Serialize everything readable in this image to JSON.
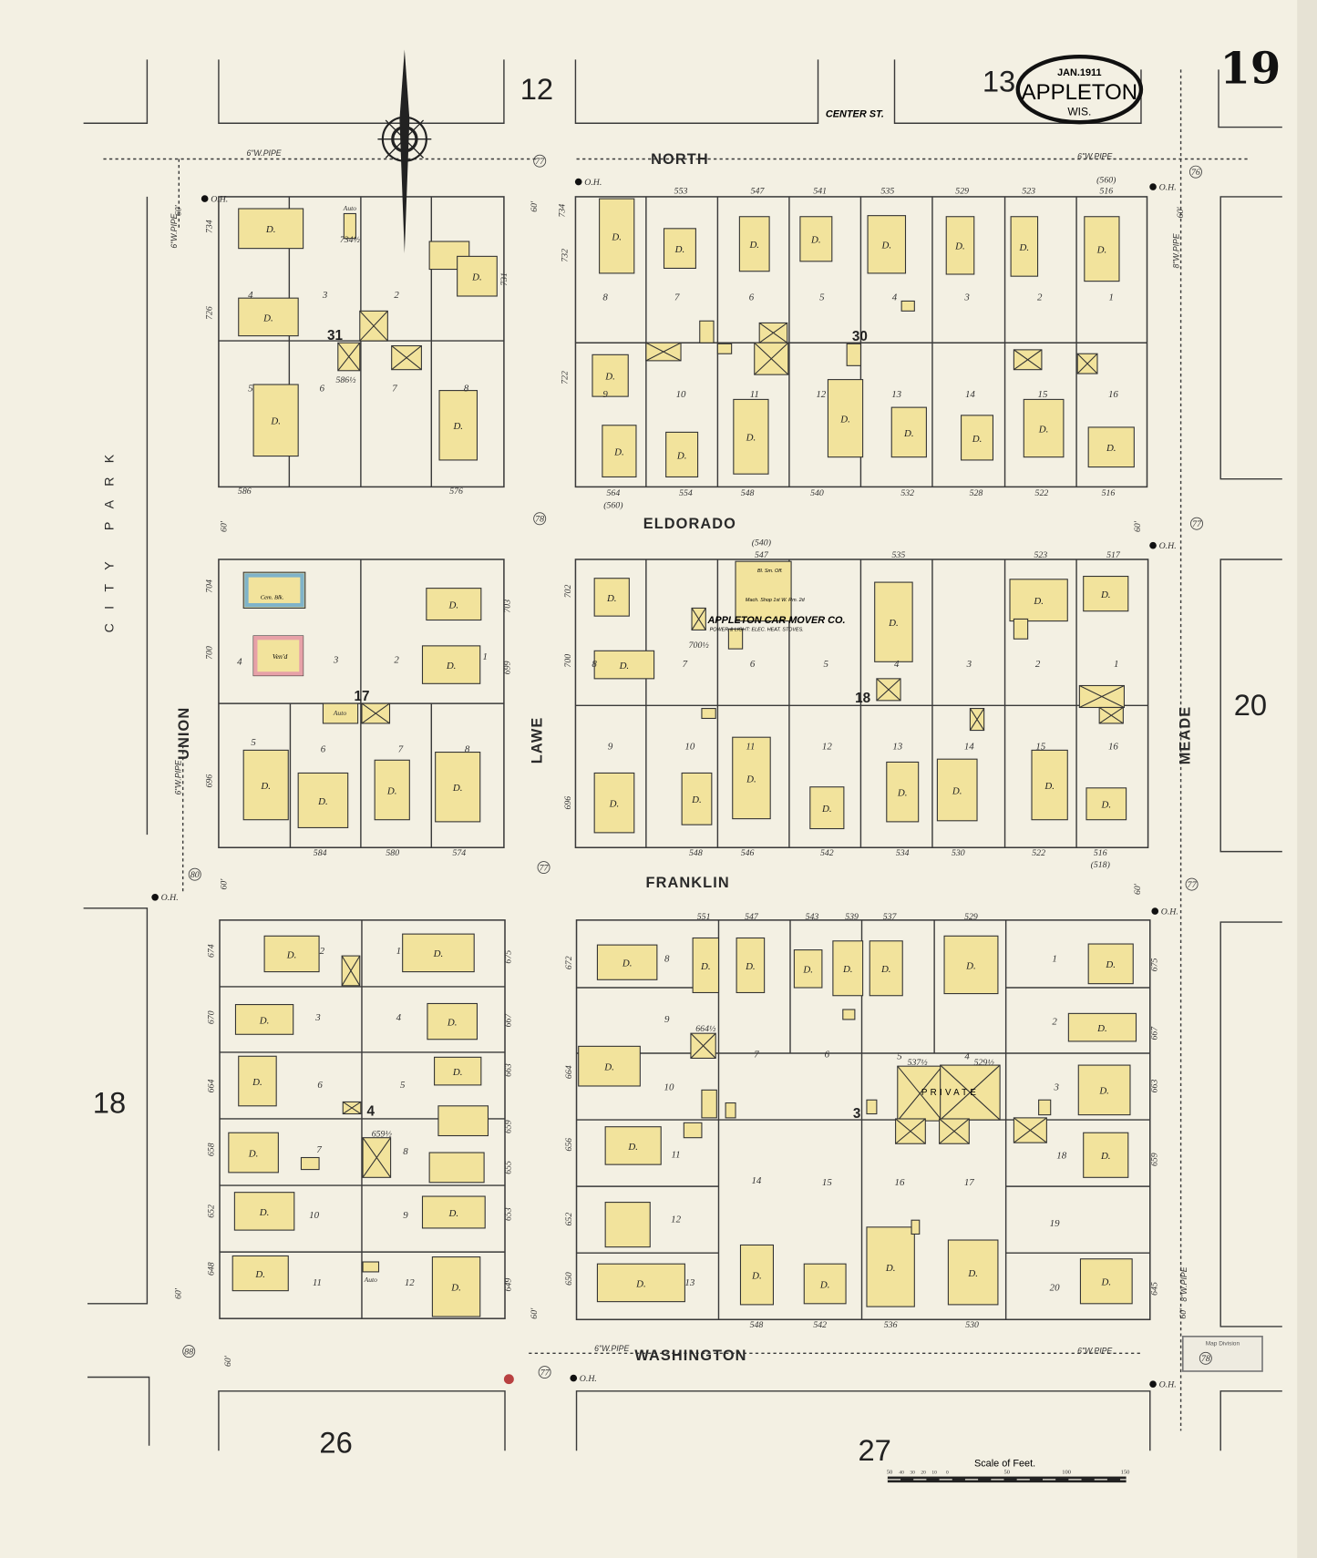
{
  "title": {
    "date": "JAN.1911",
    "city": "APPLETON",
    "state": "WIS.",
    "sheet_number": "19"
  },
  "adjacent_sheets": {
    "north": "12",
    "northeast": "13",
    "east": "20",
    "west": "18",
    "south_west": "26",
    "south": "27"
  },
  "streets": {
    "north": "NORTH",
    "eldorado": "ELDORADO",
    "franklin": "FRANKLIN",
    "washington": "WASHINGTON",
    "union": "UNION",
    "lawe": "LAWE",
    "meade": "MEADE",
    "city_park": "CITY PARK",
    "center": "CENTER ST."
  },
  "pipes": {
    "six_inch": "6\"W.PIPE",
    "eight_inch": "8\"W.PIPE"
  },
  "hydrant_label": "O.H.",
  "street_width": "60'",
  "circled_numbers": [
    "77",
    "76",
    "78",
    "77",
    "77",
    "80",
    "77",
    "88",
    "77",
    "78"
  ],
  "dwelling_label": "D.",
  "garage_label": "Auto",
  "company": {
    "name": "APPLETON CAR MOVER CO.",
    "detail": "POWER & LIGHT: ELEC. HEAT. STOVES.",
    "office": "Bl. Sm. Off.",
    "shop": "Mach. Shop 1st W. Rm. 2d"
  },
  "private_label": "PRIVATE",
  "special_buildings": {
    "cem_blk": "Cem. Blk.",
    "veneered": "Ven'd"
  },
  "blocks": [
    {
      "number": "31",
      "addresses": [
        "734",
        "726",
        "731",
        "734½",
        "586",
        "576",
        "586½"
      ],
      "lots": [
        "4",
        "3",
        "2",
        "5",
        "6",
        "7",
        "8"
      ]
    },
    {
      "number": "30",
      "addresses": [
        "553",
        "547",
        "541",
        "535",
        "529",
        "523",
        "(560)",
        "516",
        "564",
        "(560)",
        "554",
        "548",
        "540",
        "532",
        "528",
        "522",
        "516",
        "734",
        "732",
        "722"
      ],
      "lots": [
        "8",
        "7",
        "6",
        "5",
        "4",
        "3",
        "2",
        "1",
        "9",
        "10",
        "11",
        "12",
        "13",
        "14",
        "15",
        "16"
      ]
    },
    {
      "number": "17",
      "addresses": [
        "704",
        "700",
        "696",
        "703",
        "699",
        "584",
        "580",
        "574"
      ],
      "lots": [
        "4",
        "3",
        "2",
        "1",
        "5",
        "6",
        "7",
        "8"
      ]
    },
    {
      "number": "18",
      "addresses": [
        "(540)",
        "547",
        "535",
        "523",
        "517",
        "548",
        "546",
        "542",
        "534",
        "530",
        "522",
        "516",
        "(518)",
        "702",
        "700",
        "696",
        "700½"
      ],
      "lots": [
        "8",
        "7",
        "6",
        "5",
        "4",
        "3",
        "2",
        "1",
        "9",
        "10",
        "11",
        "12",
        "13",
        "14",
        "15",
        "16"
      ]
    },
    {
      "number": "4",
      "addresses": [
        "674",
        "670",
        "664",
        "658",
        "652",
        "648",
        "675",
        "667",
        "663",
        "659",
        "655",
        "653",
        "649",
        "659½"
      ],
      "lots": [
        "2",
        "1",
        "3",
        "4",
        "6",
        "5",
        "7",
        "8",
        "10",
        "9",
        "11",
        "12"
      ]
    },
    {
      "number": "3",
      "addresses": [
        "551",
        "547",
        "543",
        "539",
        "537",
        "529",
        "548",
        "542",
        "536",
        "530",
        "672",
        "664",
        "656",
        "652",
        "650",
        "675",
        "667",
        "663",
        "659",
        "645",
        "664½",
        "537½",
        "529½"
      ],
      "lots": [
        "8",
        "9",
        "10",
        "11",
        "12",
        "13",
        "7",
        "6",
        "5",
        "4",
        "14",
        "15",
        "16",
        "17",
        "1",
        "2",
        "3",
        "18",
        "19",
        "20"
      ]
    }
  ],
  "scale": {
    "title": "Scale of Feet.",
    "ticks": [
      "50",
      "40",
      "30",
      "20",
      "10",
      "0",
      "50",
      "100",
      "150"
    ]
  },
  "stamp": "Map Division",
  "colors": {
    "paper": "#f3f0e3",
    "frame_dwelling": "#f2e39c",
    "brick": "#e7a1a8",
    "concrete_block": "#7fb3c9",
    "ink": "#2a2a2a"
  }
}
